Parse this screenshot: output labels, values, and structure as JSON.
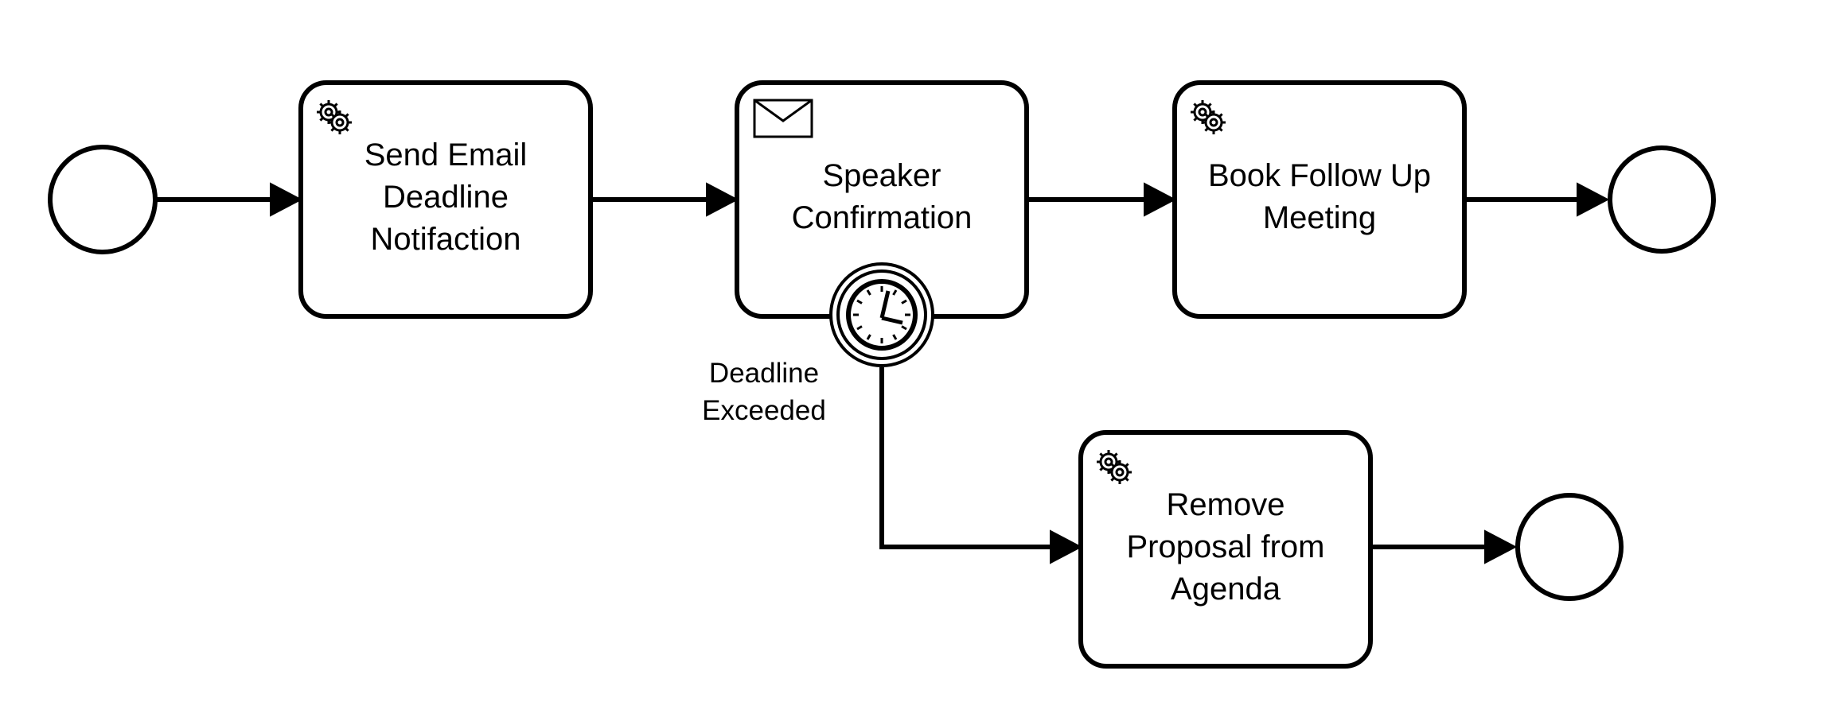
{
  "diagram": {
    "type": "bpmn-process",
    "colors": {
      "stroke": "#000000",
      "fill": "#ffffff",
      "background": "#ffffff"
    },
    "start_event": {
      "kind": "start-event",
      "label": ""
    },
    "tasks": {
      "send_email": {
        "kind": "service-task",
        "icon": "gear-icon",
        "label": "Send Email\nDeadline\nNotifaction"
      },
      "speaker_confirmation": {
        "kind": "receive-task",
        "icon": "envelope-icon",
        "label": "Speaker\nConfirmation"
      },
      "book_follow_up": {
        "kind": "service-task",
        "icon": "gear-icon",
        "label": "Book Follow Up\nMeeting"
      },
      "remove_proposal": {
        "kind": "service-task",
        "icon": "gear-icon",
        "label": "Remove\nProposal from\nAgenda"
      }
    },
    "boundary_event": {
      "kind": "timer-boundary-event",
      "icon": "clock-icon",
      "label": "Deadline\nExceeded"
    },
    "end_events": [
      {
        "kind": "end-event",
        "label": ""
      },
      {
        "kind": "end-event",
        "label": ""
      }
    ],
    "flows": [
      {
        "from": "start-event",
        "to": "send-email-task"
      },
      {
        "from": "send-email-task",
        "to": "speaker-confirmation-task"
      },
      {
        "from": "speaker-confirmation-task",
        "to": "book-follow-up-task"
      },
      {
        "from": "book-follow-up-task",
        "to": "end-event-1"
      },
      {
        "from": "timer-boundary-event",
        "to": "remove-proposal-task"
      },
      {
        "from": "remove-proposal-task",
        "to": "end-event-2"
      }
    ]
  }
}
